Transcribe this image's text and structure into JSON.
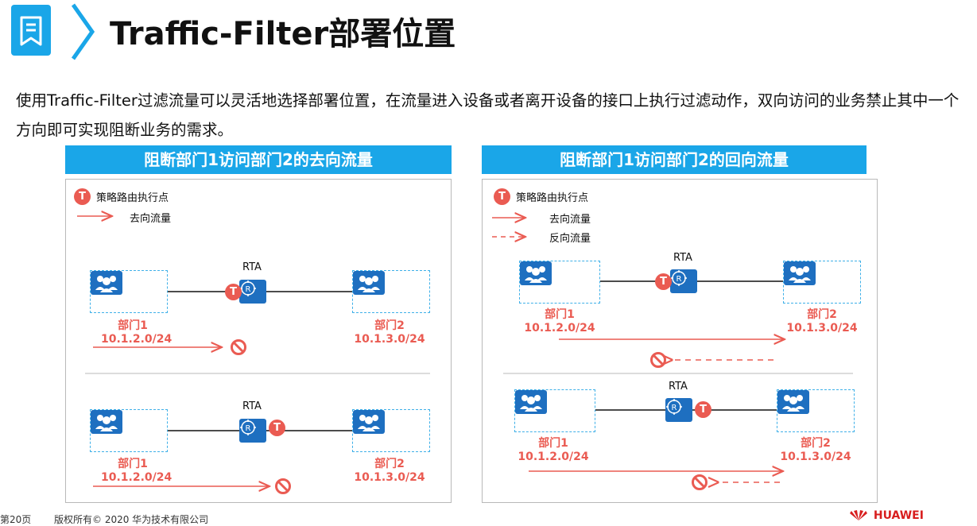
{
  "header": {
    "title": "Traffic-Filter部署位置"
  },
  "intro": {
    "text": "使用Traffic-Filter过滤流量可以灵活地选择部署位置，在流量进入设备或者离开设备的接口上执行过滤动作，双向访问的业务禁止其中一个方向即可实现阻断业务的需求。"
  },
  "legend": {
    "badge": "T",
    "policy_point": "策略路由执行点",
    "forward": "去向流量",
    "reverse": "反向流量"
  },
  "left_panel": {
    "title": "阻断部门1访问部门2的去向流量",
    "top": {
      "router": "RTA",
      "dept1_name": "部门1",
      "dept1_net": "10.1.2.0/24",
      "dept2_name": "部门2",
      "dept2_net": "10.1.3.0/24"
    },
    "bottom": {
      "router": "RTA",
      "dept1_name": "部门1",
      "dept1_net": "10.1.2.0/24",
      "dept2_name": "部门2",
      "dept2_net": "10.1.3.0/24"
    }
  },
  "right_panel": {
    "title": "阻断部门1访问部门2的回向流量",
    "top": {
      "router": "RTA",
      "dept1_name": "部门1",
      "dept1_net": "10.1.2.0/24",
      "dept2_name": "部门2",
      "dept2_net": "10.1.3.0/24"
    },
    "bottom": {
      "router": "RTA",
      "dept1_name": "部门1",
      "dept1_net": "10.1.2.0/24",
      "dept2_name": "部门2",
      "dept2_net": "10.1.3.0/24"
    }
  },
  "footer": {
    "page": "第20页",
    "copyright": "版权所有© 2020 华为技术有限公司",
    "logo": "HUAWEI"
  },
  "colors": {
    "accent_blue": "#1aa6e8",
    "router_blue": "#1e6fc0",
    "flow_red": "#ea5b52"
  },
  "icons": [
    "document-icon",
    "chevron-right-icon",
    "router-icon",
    "users-group-icon",
    "blocked-icon",
    "arrow-right-icon",
    "arrow-left-dashed-icon",
    "huawei-logo-icon"
  ]
}
